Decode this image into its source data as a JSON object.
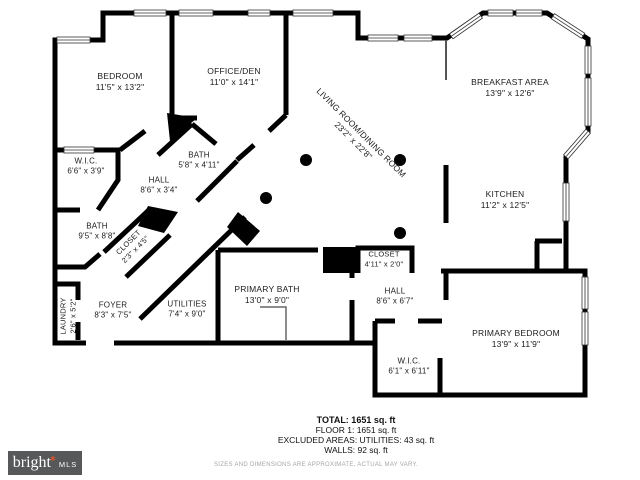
{
  "plan": {
    "rooms": {
      "bedroom": {
        "name": "BEDROOM",
        "dims": "11'5\" x 13'2\""
      },
      "office_den": {
        "name": "OFFICE/DEN",
        "dims": "11'0\" x 14'1\""
      },
      "breakfast": {
        "name": "BREAKFAST AREA",
        "dims": "13'9\" x 12'6\""
      },
      "wic_top": {
        "name": "W.I.C.",
        "dims": "6'6\" x 3'9\""
      },
      "bath_top": {
        "name": "BATH",
        "dims": "5'8\" x 4'11\""
      },
      "hall_top": {
        "name": "HALL",
        "dims": "8'6\" x 3'4\""
      },
      "kitchen": {
        "name": "KITCHEN",
        "dims": "11'2\" x 12'5\""
      },
      "bath_left": {
        "name": "BATH",
        "dims": "9'5\" x 8'8\""
      },
      "closet_diag": {
        "name": "CLOSET",
        "dims": "2'3\" x 4'5\""
      },
      "living_dining": {
        "name": "LIVING ROOM/DINING ROOM",
        "dims": "23'2\" x 22'8\""
      },
      "closet_mid": {
        "name": "CLOSET",
        "dims": "4'11\" x 2'0\""
      },
      "laundry": {
        "name": "LAUNDRY",
        "dims": "2'6\" x 5'2\""
      },
      "foyer": {
        "name": "FOYER",
        "dims": "8'3\" x 7'5\""
      },
      "utilities": {
        "name": "UTILITIES",
        "dims": "7'4\" x 9'0\""
      },
      "primary_bath": {
        "name": "PRIMARY BATH",
        "dims": "13'0\" x 9'0\""
      },
      "hall_lower": {
        "name": "HALL",
        "dims": "8'6\" x 6'7\""
      },
      "primary_bedroom": {
        "name": "PRIMARY BEDROOM",
        "dims": "13'9\" x 11'9\""
      },
      "wic_lower": {
        "name": "W.I.C.",
        "dims": "6'1\" x 6'11\""
      }
    },
    "footer": {
      "total": "TOTAL: 1651 sq. ft",
      "floor": "FLOOR 1: 1651 sq. ft",
      "excluded": "EXCLUDED AREAS: UTILITIES: 43 sq. ft",
      "walls": "WALLS: 92 sq. ft"
    },
    "logo": {
      "brand": "bright",
      "suffix": "MLS"
    },
    "disclaimer": "SIZES AND DIMENSIONS ARE APPROXIMATE, ACTUAL MAY VARY.",
    "colors": {
      "wall": "#000000",
      "logo_bg": "#57585a",
      "logo_accent": "#d0532f",
      "disclaimer_text": "#a6a6a6"
    }
  }
}
